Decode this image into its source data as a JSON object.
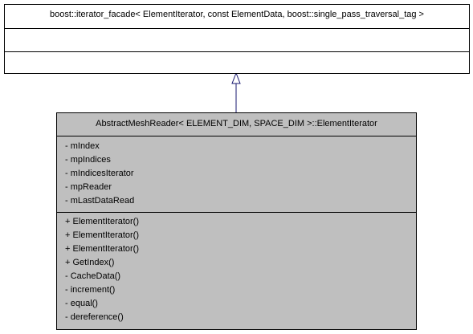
{
  "base_class": {
    "name": "boost::iterator_facade< ElementIterator, const ElementData, boost::single_pass_traversal_tag >"
  },
  "derived_class": {
    "name": "AbstractMeshReader< ELEMENT_DIM, SPACE_DIM >::ElementIterator",
    "attributes": [
      "- mIndex",
      "- mpIndices",
      "- mIndicesIterator",
      "- mpReader",
      "- mLastDataRead"
    ],
    "methods": [
      "+ ElementIterator()",
      "+ ElementIterator()",
      "+ ElementIterator()",
      "+ GetIndex()",
      "- CacheData()",
      "- increment()",
      "- equal()",
      "- dereference()"
    ]
  },
  "colors": {
    "derived_fill": "#bfbfbf",
    "base_fill": "#ffffff",
    "edge": "#191970"
  }
}
